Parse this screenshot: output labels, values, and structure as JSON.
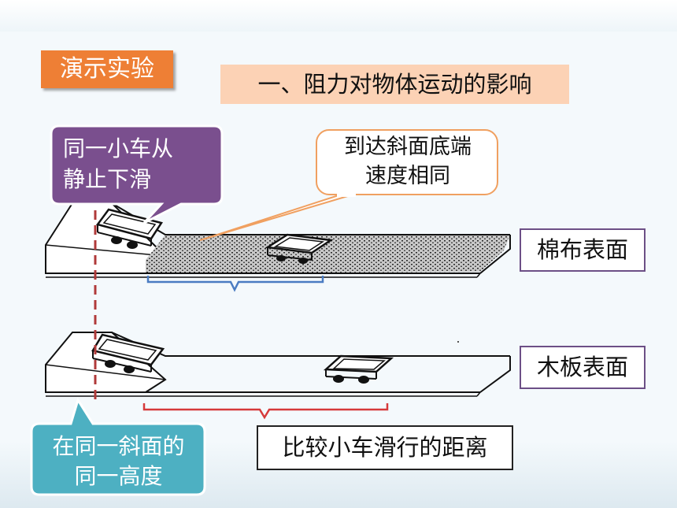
{
  "tag": "演示实验",
  "title": "一、阻力对物体运动的影响",
  "callout_same_car": {
    "line1": "同一小车从",
    "line2": "静止下滑"
  },
  "callout_speed": {
    "line1": "到达斜面底端",
    "line2": "速度相同"
  },
  "label_cloth": "棉布表面",
  "label_wood": "木板表面",
  "callout_height": {
    "line1": "在同一斜面的",
    "line2": "同一高度"
  },
  "label_compare": "比较小车滑行的距离",
  "colors": {
    "tag_bg": "#ee7f35",
    "title_bg": "#fcd2b5",
    "purple_callout": "#7a4f8e",
    "teal_callout": "#4db0c2",
    "speed_border": "#f0a060",
    "cloth_brace": "#4a7cc2",
    "wood_brace": "#d63a3a",
    "dashed_line": "#b03a3a"
  }
}
